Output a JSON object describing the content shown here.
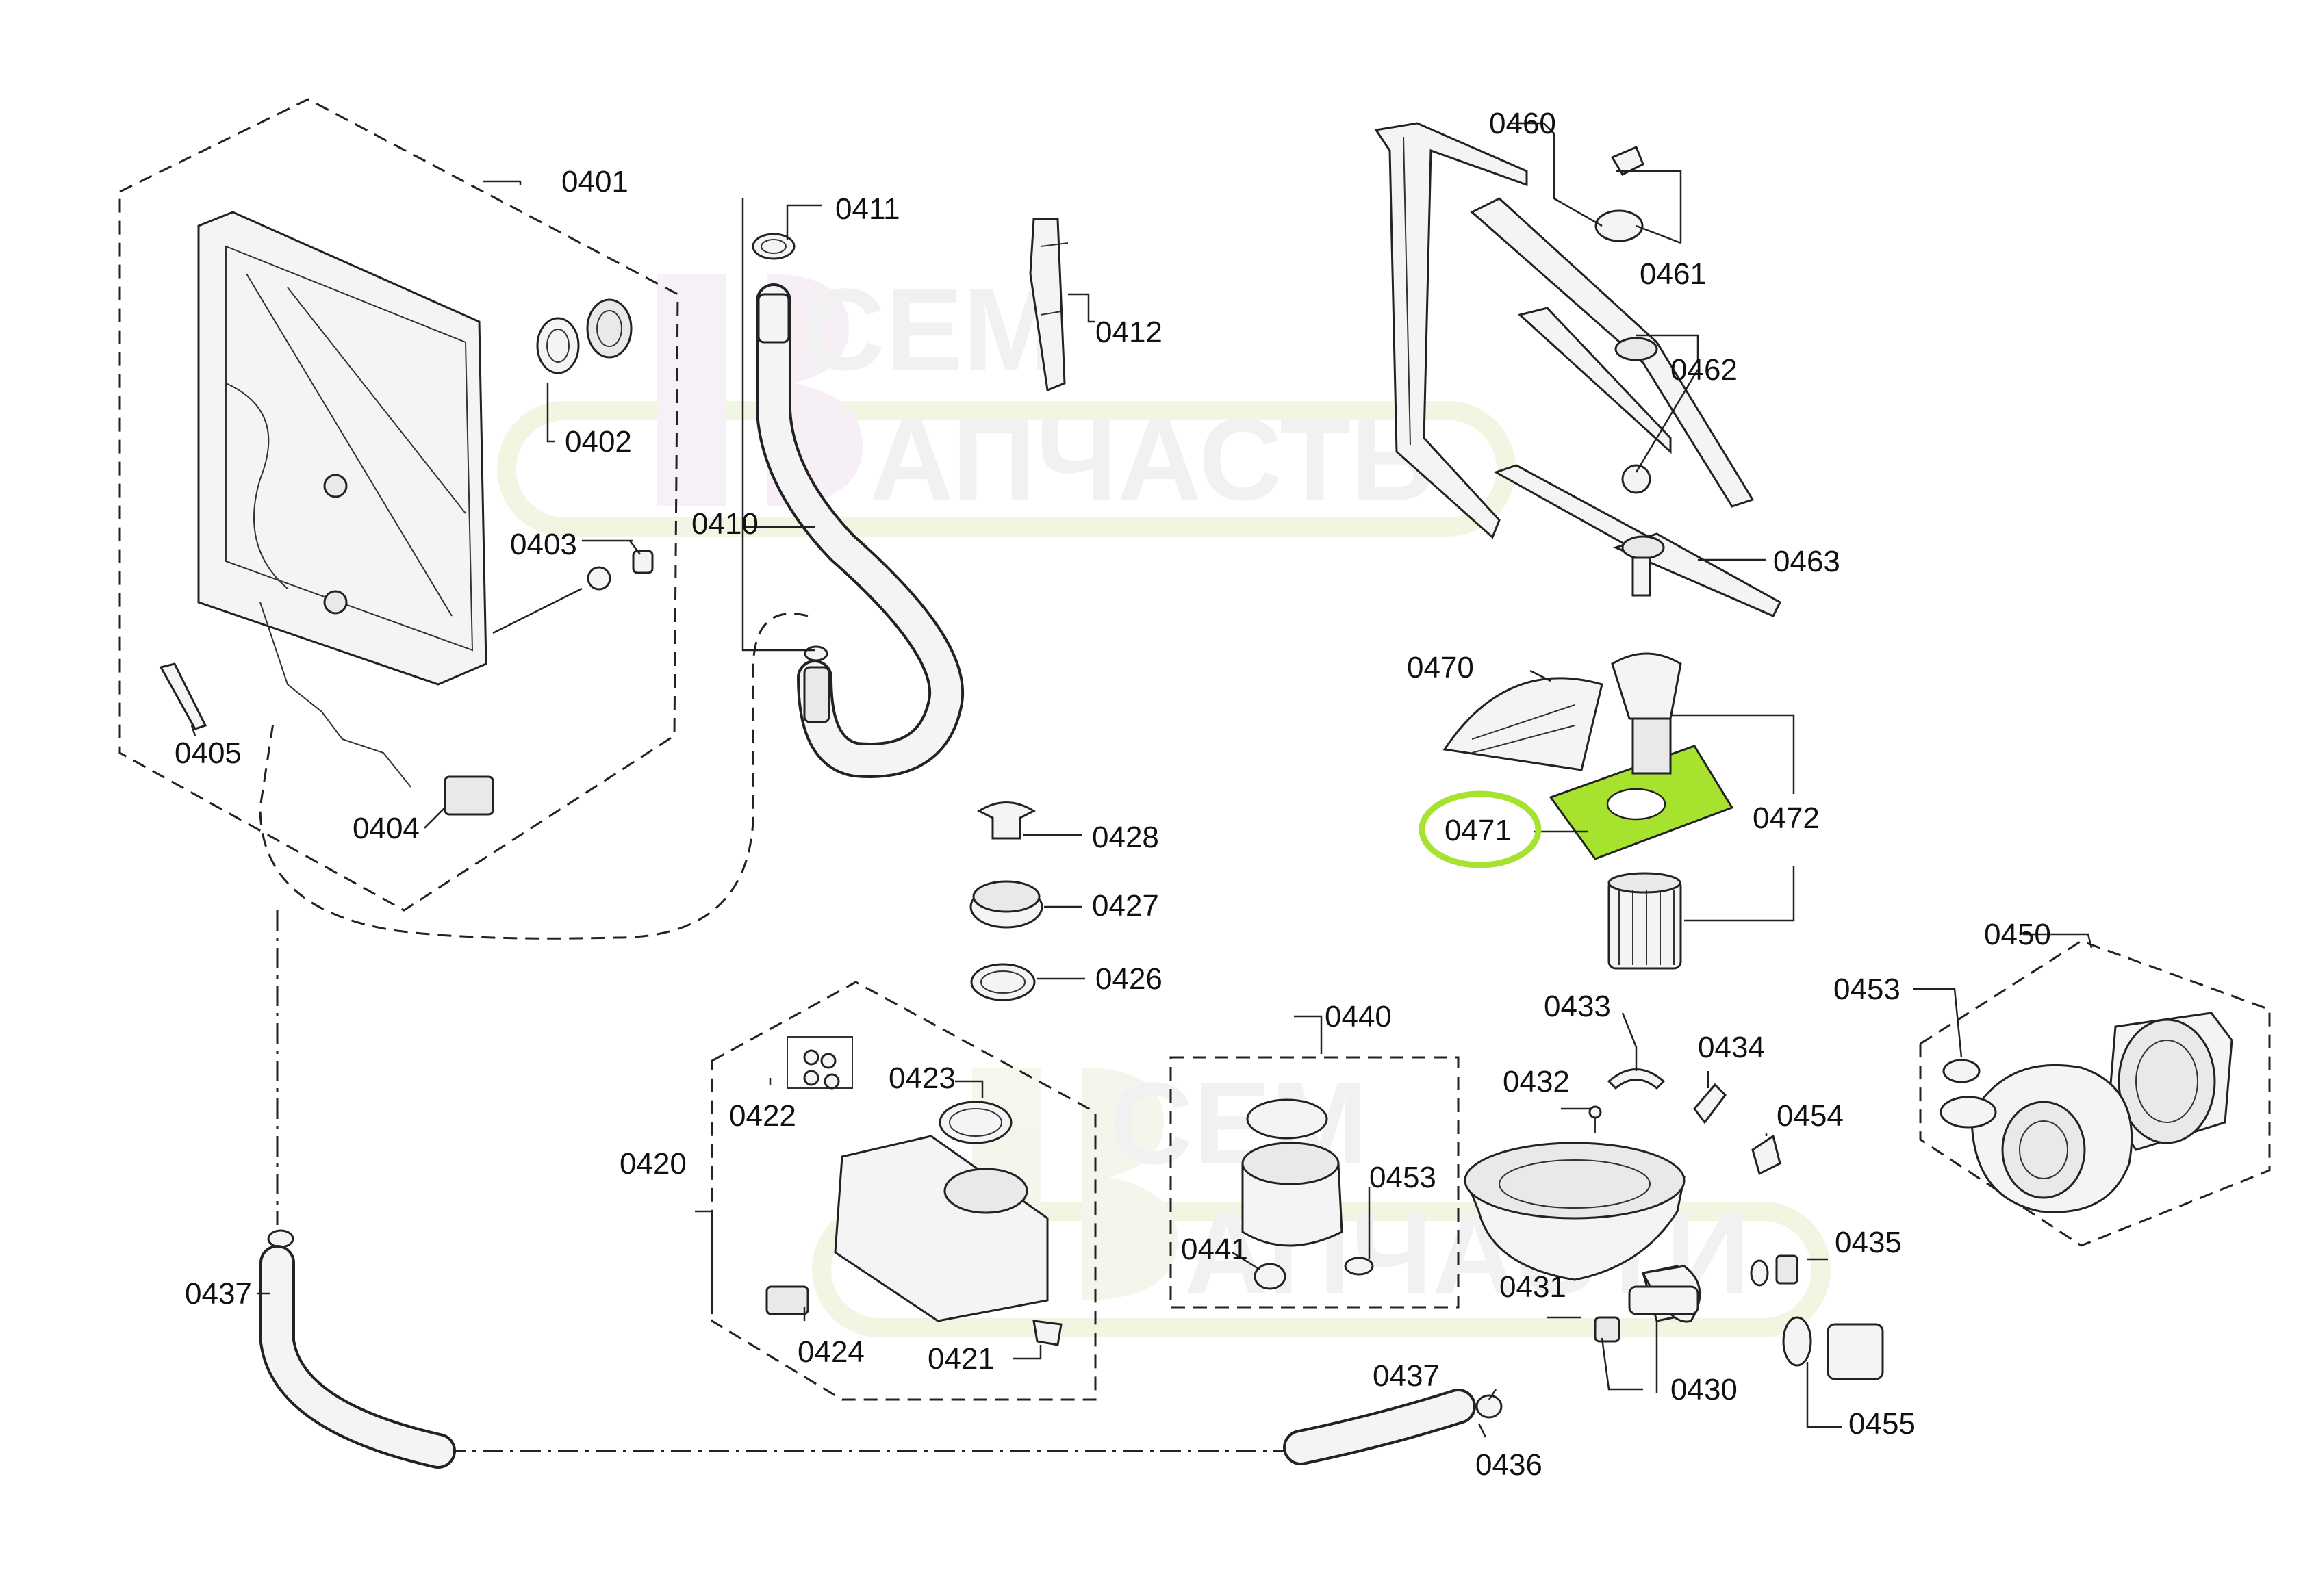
{
  "watermark": {
    "line1": "СЕМ",
    "line2": "АПЧАСТЬ",
    "line2_lower": "АПЧАСТИ",
    "letter": "В"
  },
  "highlight_color": "#a6e22e",
  "labels": {
    "p0401": "0401",
    "p0402": "0402",
    "p0403": "0403",
    "p0404": "0404",
    "p0405": "0405",
    "p0410": "0410",
    "p0411": "0411",
    "p0412": "0412",
    "p0420": "0420",
    "p0421": "0421",
    "p0422": "0422",
    "p0423": "0423",
    "p0424": "0424",
    "p0426": "0426",
    "p0427": "0427",
    "p0428": "0428",
    "p0430": "0430",
    "p0431": "0431",
    "p0432": "0432",
    "p0433": "0433",
    "p0434": "0434",
    "p0435": "0435",
    "p0436": "0436",
    "p0437a": "0437",
    "p0437b": "0437",
    "p0440": "0440",
    "p0441": "0441",
    "p0450": "0450",
    "p0453a": "0453",
    "p0453b": "0453",
    "p0454": "0454",
    "p0455": "0455",
    "p0460": "0460",
    "p0461": "0461",
    "p0462": "0462",
    "p0463": "0463",
    "p0470": "0470",
    "p0471": "0471",
    "p0472": "0472"
  }
}
